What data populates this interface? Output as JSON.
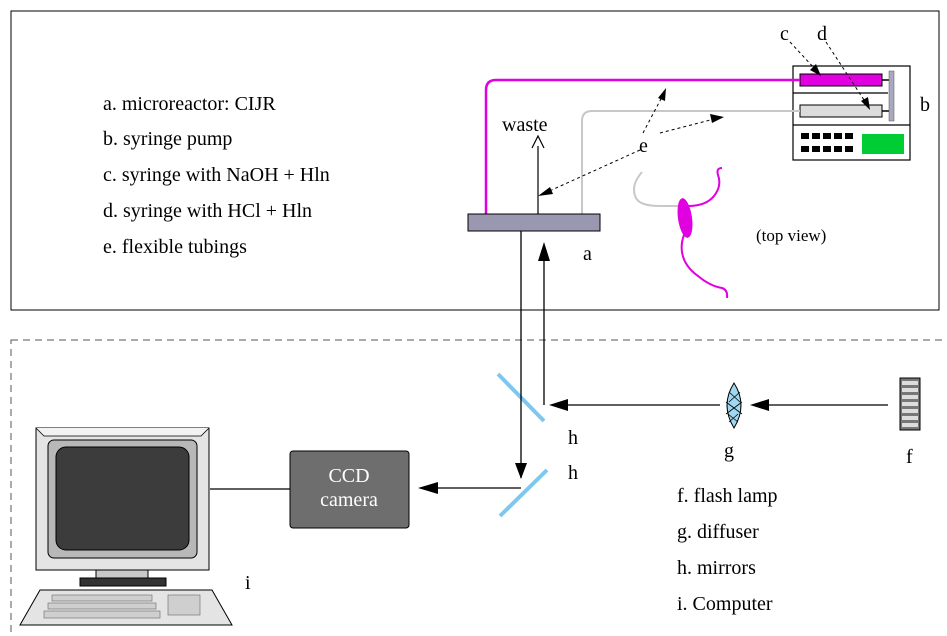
{
  "legend_top": [
    "a. microreactor: CIJR",
    "b. syringe pump",
    "c. syringe with NaOH + Hln",
    "d. syringe with HCl + Hln",
    "e. flexible tubings"
  ],
  "legend_bottom": [
    "f. flash lamp",
    "g. diffuser",
    "h. mirrors",
    "i. Computer"
  ],
  "labels": {
    "waste": "waste",
    "a": "a",
    "b": "b",
    "c": "c",
    "d": "d",
    "e": "e",
    "f": "f",
    "g": "g",
    "h1": "h",
    "h2": "h",
    "i": "i",
    "top_view": "(top view)",
    "camera_line1": "CCD",
    "camera_line2": "camera"
  },
  "colors": {
    "naoh_tubing": "#e000e0",
    "hcl_tubing": "#c8c8c8",
    "mirror": "#7ec8f0",
    "reactor": "#9a98b0",
    "camera_body": "#6e6e6e",
    "pump_display": "#00cc33"
  }
}
